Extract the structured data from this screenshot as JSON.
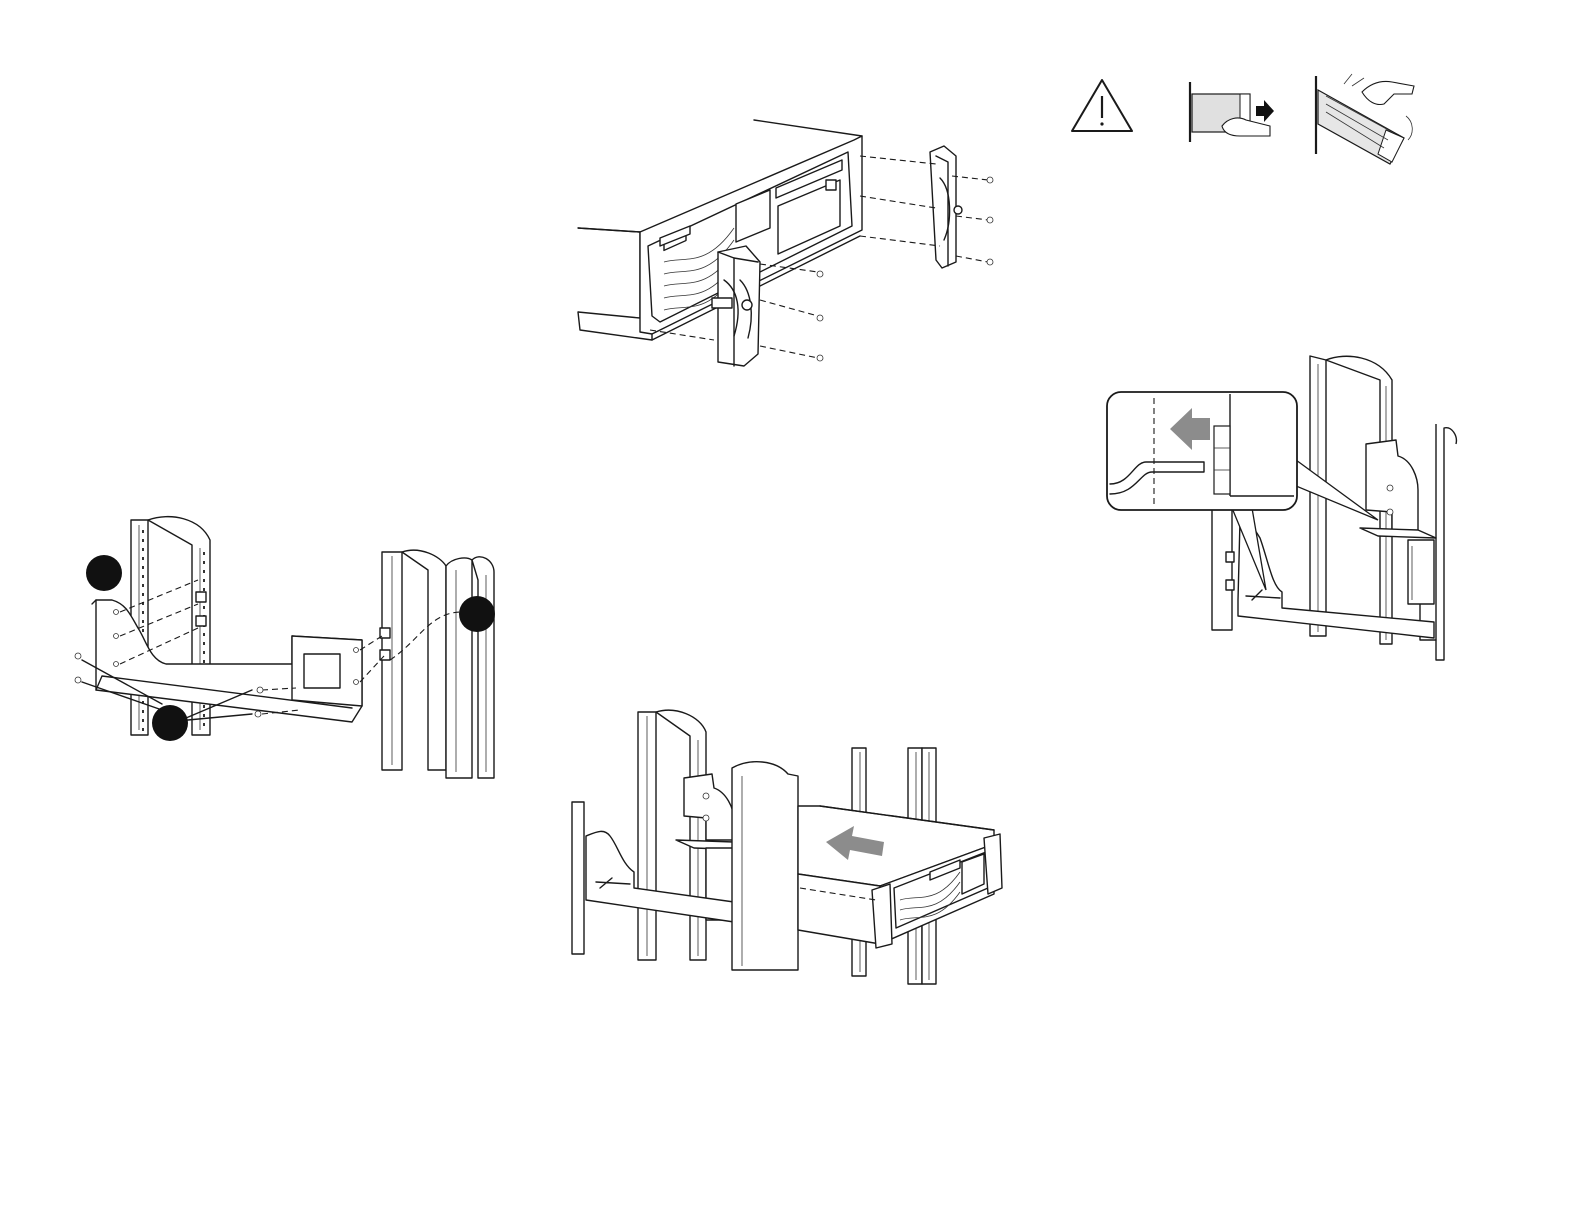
{
  "figure": {
    "panels": [
      "rail-bracket-installation",
      "front-bezel-ear-attachment",
      "warning-pictograms",
      "bracket-latch-detail",
      "server-slide-into-rack"
    ],
    "callouts": [
      "",
      "",
      ""
    ],
    "icons": [
      "warning-triangle-icon",
      "pull-out-arrow-icon",
      "tip-hazard-icon",
      "insert-arrow-icon"
    ],
    "colors": {
      "line": "#1a1a1a",
      "callout_fill": "#111111",
      "arrow_fill": "#8c8c8c",
      "panel_shade": "#e6e6e6"
    }
  }
}
